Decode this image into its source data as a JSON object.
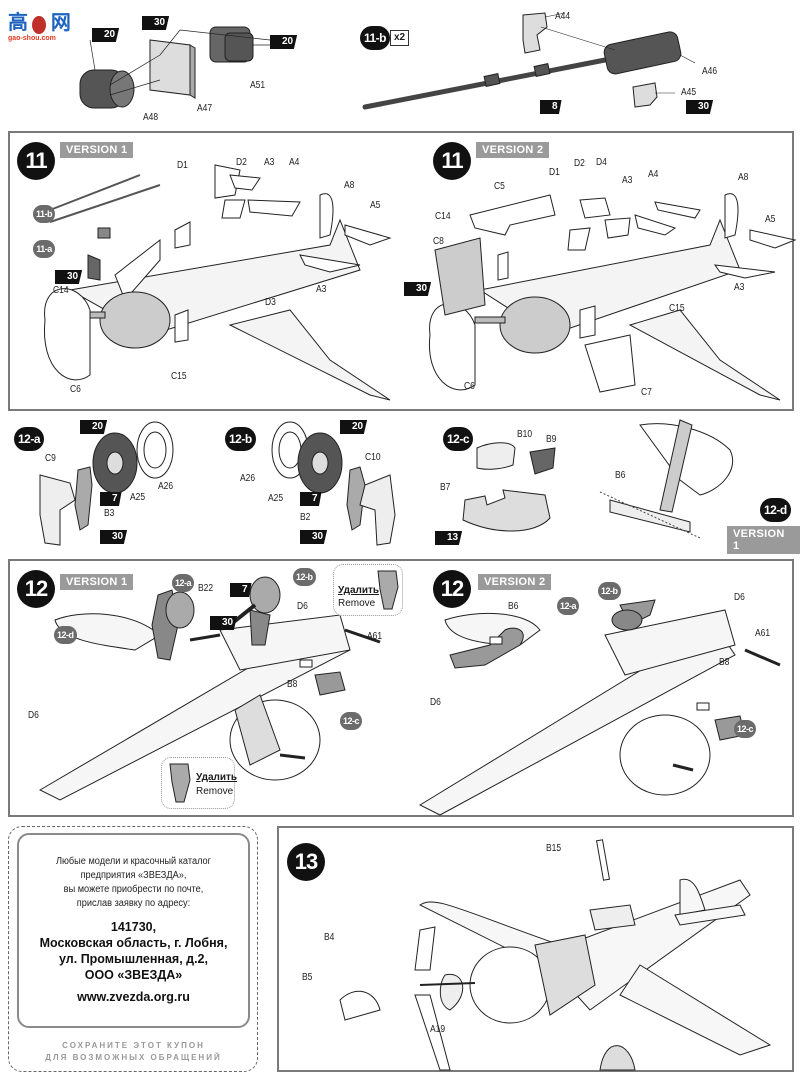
{
  "watermark": {
    "chars": [
      "高",
      "网"
    ],
    "url": "gao-shou.com"
  },
  "top_left_assembly": {
    "glue": [
      "20",
      "30",
      "20"
    ],
    "parts": [
      "A47",
      "A48",
      "A51"
    ]
  },
  "step_11b": {
    "label": "11-b",
    "count": "x2",
    "parts": [
      "A44",
      "A45",
      "A46"
    ],
    "glue": [
      "8",
      "30"
    ]
  },
  "step_11_v1": {
    "number": "11",
    "version": "VERSION 1",
    "refs": [
      "11-b",
      "11-a"
    ],
    "glue": [
      "30"
    ],
    "parts": [
      "D1",
      "D2",
      "A3",
      "A4",
      "A8",
      "A5",
      "A3",
      "D3",
      "C14",
      "C15",
      "C6"
    ]
  },
  "step_11_v2": {
    "number": "11",
    "version": "VERSION 2",
    "glue": [
      "30"
    ],
    "parts": [
      "D1",
      "D2",
      "D4",
      "A3",
      "A4",
      "A8",
      "A5",
      "A3",
      "C5",
      "C14",
      "C8",
      "C15",
      "C6",
      "C7"
    ]
  },
  "step_12a": {
    "label": "12-a",
    "glue": [
      "20",
      "7",
      "30"
    ],
    "parts": [
      "C9",
      "A25",
      "A26",
      "B3"
    ]
  },
  "step_12b": {
    "label": "12-b",
    "glue": [
      "20",
      "7",
      "30"
    ],
    "parts": [
      "A26",
      "A25",
      "C10",
      "B2"
    ]
  },
  "step_12c": {
    "label": "12-c",
    "glue": [
      "13"
    ],
    "parts": [
      "B10",
      "B9",
      "B7"
    ]
  },
  "step_12d": {
    "label": "12-d",
    "version": "VERSION 1",
    "parts": [
      "B6"
    ]
  },
  "step_12_v1": {
    "number": "12",
    "version": "VERSION 1",
    "refs": [
      "12-a",
      "12-b",
      "12-d",
      "12-c"
    ],
    "glue": [
      "7",
      "30"
    ],
    "parts": [
      "B22",
      "D6",
      "A61",
      "B8",
      "D6"
    ],
    "remove_ru": "Удалить",
    "remove_en": "Remove"
  },
  "step_12_v2": {
    "number": "12",
    "version": "VERSION 2",
    "refs": [
      "12-a",
      "12-b",
      "12-c"
    ],
    "parts": [
      "B6",
      "D6",
      "A61",
      "B8",
      "D6"
    ]
  },
  "coupon": {
    "lines": [
      "Любые модели и красочный каталог",
      "предприятия «ЗВЕЗДА»,",
      "вы можете приобрести по почте,",
      "прислав заявку по адресу:"
    ],
    "address": [
      "141730,",
      "Московская область, г. Лобня,",
      "ул. Промышленная, д.2,",
      "ООО «ЗВЕЗДА»"
    ],
    "website": "www.zvezda.org.ru",
    "save_note": [
      "СОХРАНИТЕ ЭТОТ КУПОН",
      "ДЛЯ ВОЗМОЖНЫХ ОБРАЩЕНИЙ"
    ]
  },
  "step_13": {
    "number": "13",
    "parts": [
      "B15",
      "B4",
      "B5",
      "A19"
    ]
  }
}
